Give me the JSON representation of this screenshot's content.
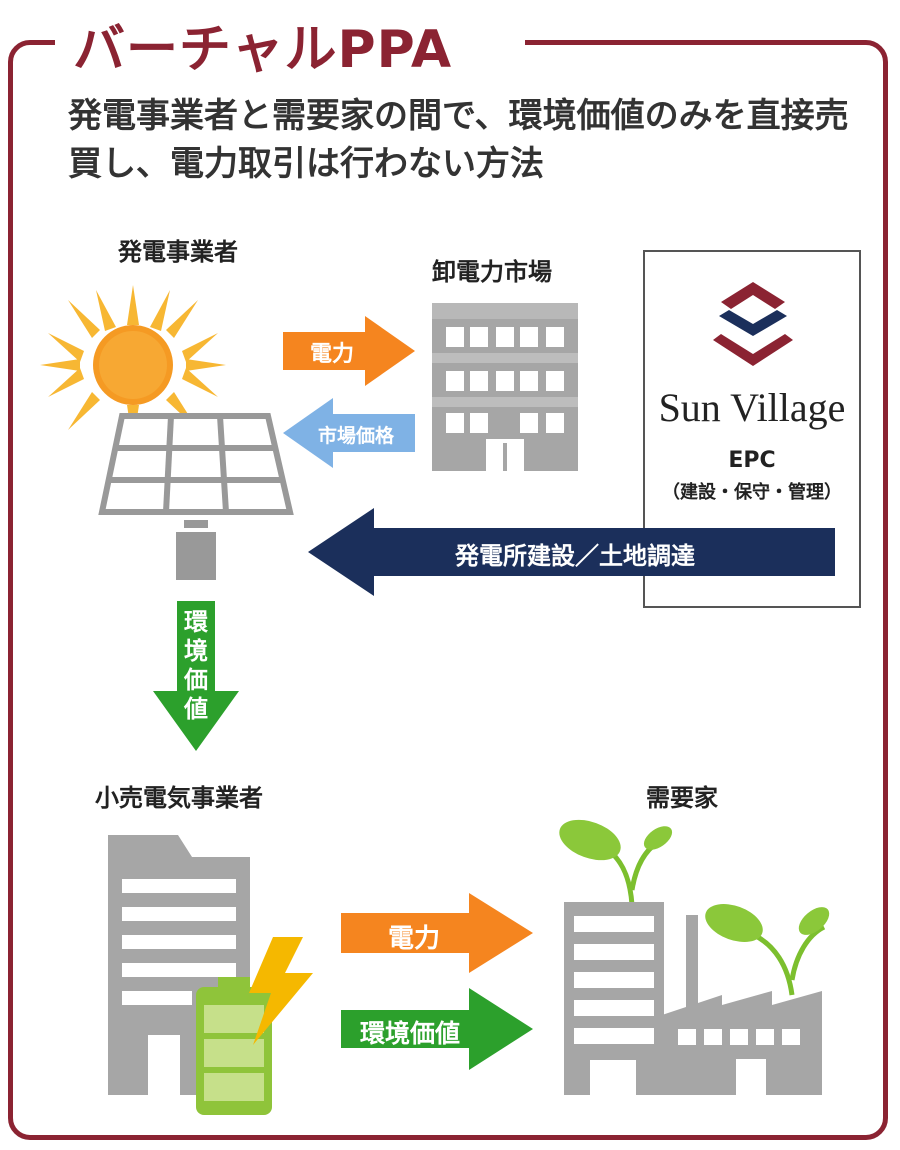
{
  "title": "バーチャルPPA",
  "subtitle": "発電事業者と需要家の間で、環境価値のみを直接売買し、電力取引は行わない方法",
  "nodes": {
    "generator": "発電事業者",
    "wholesale_market": "卸電力市場",
    "retailer": "小売電気事業者",
    "consumer": "需要家"
  },
  "arrows": {
    "power_to_market": "電力",
    "market_price": "市場価格",
    "construction": "発電所建設／土地調達",
    "env_value_vertical": "環境価値",
    "power_to_consumer": "電力",
    "env_value_to_consumer": "環境価値"
  },
  "epc": {
    "logo": "Sun Village",
    "title": "EPC",
    "subtitle": "（建設・保守・管理）"
  },
  "colors": {
    "frame": "#8b2332",
    "power_arrow": "#f5851f",
    "price_arrow": "#6fa8dc",
    "construction_arrow": "#1b2f5b",
    "env_arrow": "#2ca02c",
    "icon_gray": "#999999"
  }
}
